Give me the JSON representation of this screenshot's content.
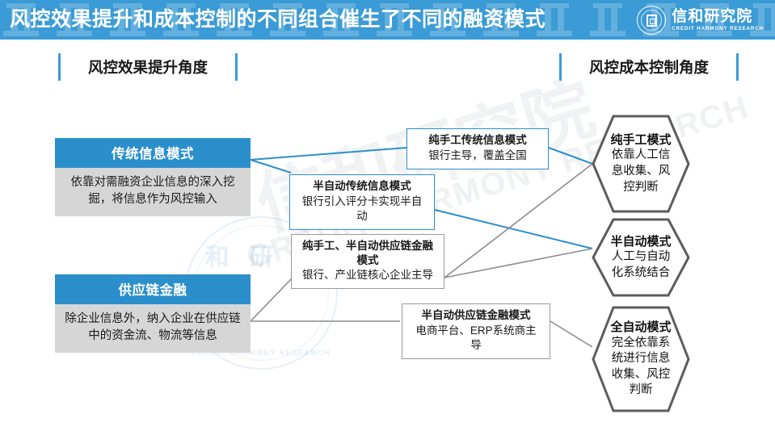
{
  "header": {
    "title": "风控效果提升和成本控制的不同组合催生了不同的融资模式",
    "logo_cn": "信和研究院",
    "logo_en": "CREDIT HARMONY RESEARCH",
    "bg_color": "#3b9bd6"
  },
  "watermark": {
    "circle_cn": "和 研 究",
    "circle_en": "CREDIT HARMONY RESEARCH",
    "diagonal": "信和研究院",
    "diagonal_en": "CREDIT HARMONY RESEARCH"
  },
  "sections": {
    "left": "风控效果提升角度",
    "right": "风控成本控制角度"
  },
  "left_cards": [
    {
      "title": "传统信息模式",
      "body": "依靠对需融资企业信息的深入挖掘，将信息作为风控输入"
    },
    {
      "title": "供应链金融",
      "body": "除企业信息外，纳入企业在供应链中的资金流、物流等信息"
    }
  ],
  "middle_boxes": [
    {
      "title": "纯手工传统信息模式",
      "sub": "银行主导，覆盖全国",
      "border": "blue"
    },
    {
      "title": "半自动传统信息模式",
      "sub": "银行引入评分卡实现半自动",
      "border": "blue"
    },
    {
      "title": "纯手工、半自动供应链金融模式",
      "sub": "银行、产业链核心企业主导",
      "border": "gray"
    },
    {
      "title": "半自动供应链金融模式",
      "sub": "电商平台、ERP系统商主导",
      "border": "gray"
    }
  ],
  "hexagons": [
    {
      "title": "纯手工模式",
      "sub": "依靠人工信息收集、风控判断"
    },
    {
      "title": "半自动模式",
      "sub": "人工与自动化系统结合"
    },
    {
      "title": "全自动模式",
      "sub": "完全依靠系统进行信息收集、风控判断"
    }
  ],
  "colors": {
    "brand_blue": "#2b8fcc",
    "header_blue": "#3b9bd6",
    "card_body_gray": "#d6d6d6",
    "connector_gray": "#8c8c8c"
  }
}
